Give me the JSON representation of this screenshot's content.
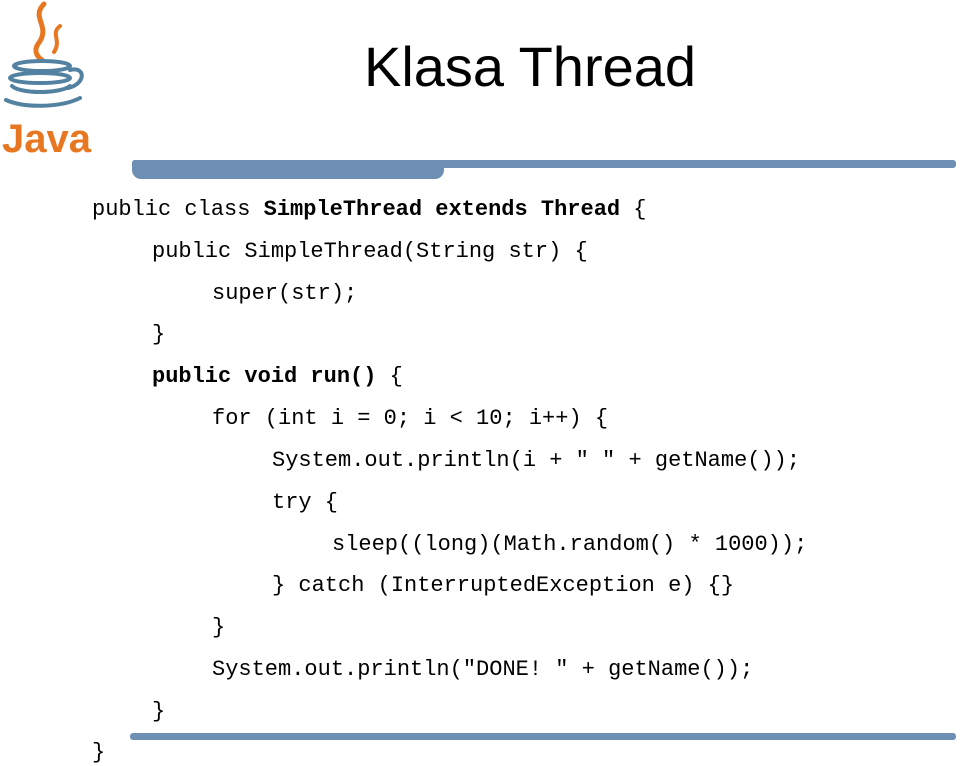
{
  "slide": {
    "title": "Klasa Thread"
  },
  "logo": {
    "brand_text": "Java"
  },
  "code": {
    "lines": [
      [
        {
          "t": "public class "
        },
        {
          "t": "SimpleThread extends Thread",
          "b": true
        },
        {
          "t": " {"
        }
      ],
      [
        {
          "t": "public SimpleThread(String str) {"
        }
      ],
      [
        {
          "t": "super(str);"
        }
      ],
      [
        {
          "t": "}"
        }
      ],
      [
        {
          "t": "public void run()",
          "b": true
        },
        {
          "t": " {"
        }
      ],
      [
        {
          "t": "for (int i = 0; i < 10; i++) {"
        }
      ],
      [
        {
          "t": "System.out.println(i + \" \" + getName());"
        }
      ],
      [
        {
          "t": "try {"
        }
      ],
      [
        {
          "t": "sleep((long)(Math.random() * 1000));"
        }
      ],
      [
        {
          "t": "} catch (InterruptedException e) {}"
        }
      ],
      [
        {
          "t": "}"
        }
      ],
      [
        {
          "t": "System.out.println(\"DONE! \" + getName());"
        }
      ],
      [
        {
          "t": "}"
        }
      ],
      [
        {
          "t": "}"
        }
      ]
    ]
  }
}
